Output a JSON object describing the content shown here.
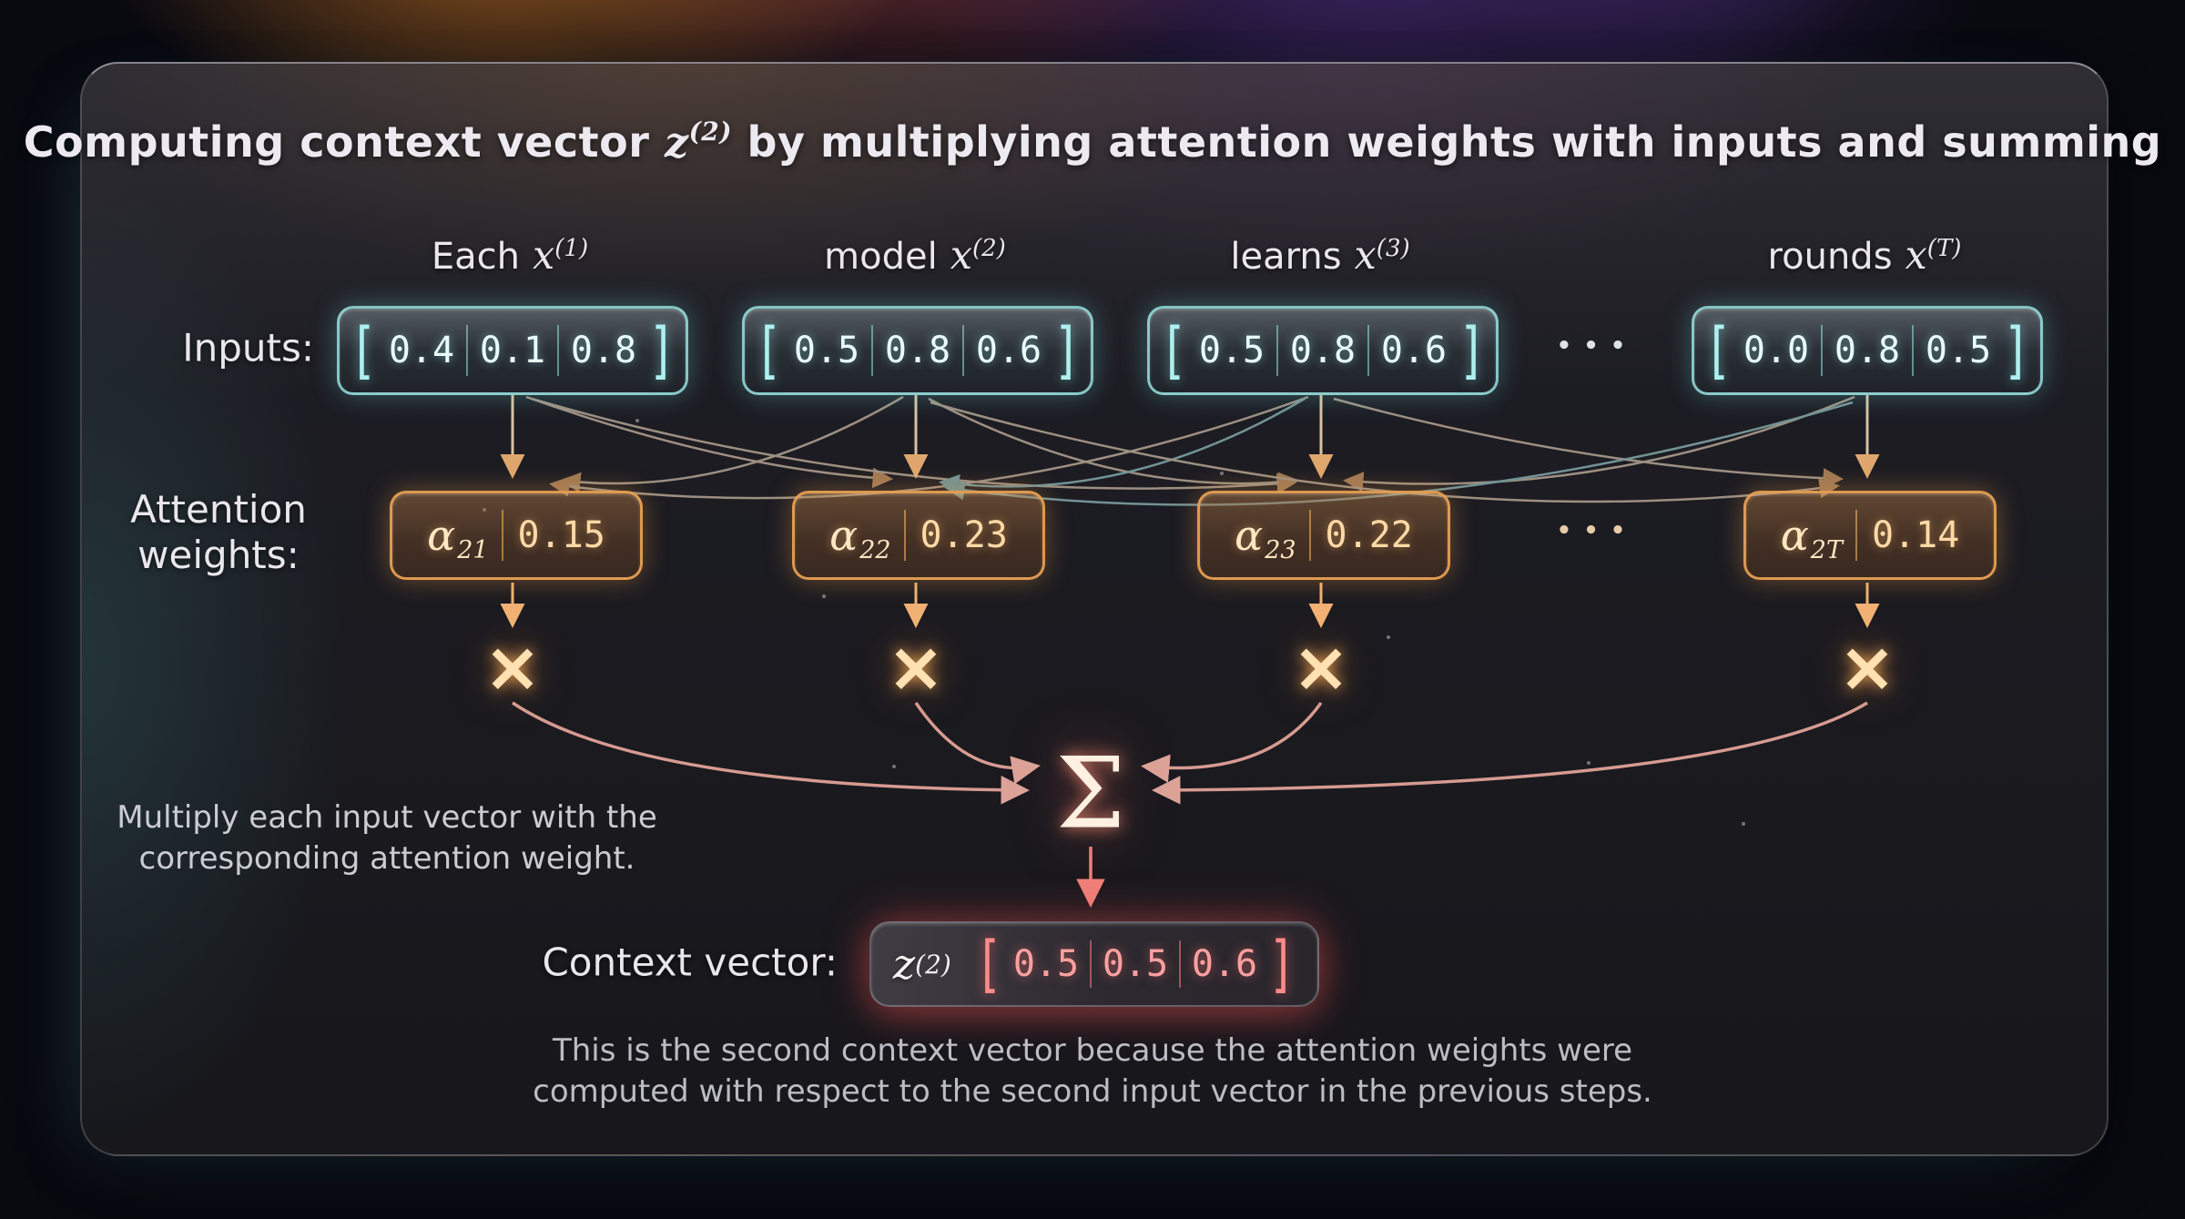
{
  "title": {
    "pre": "Computing context vector ",
    "var": "z",
    "sup": "(2)",
    "post": " by multiplying attention weights with inputs and summing"
  },
  "row_labels": {
    "inputs": "Inputs:",
    "attention_line1": "Attention",
    "attention_line2": "weights:",
    "context": "Context vector:"
  },
  "symbols": {
    "open_bracket": "[",
    "close_bracket": "]",
    "alpha": "α",
    "times": "×",
    "sigma": "Σ",
    "ellipsis": "•••"
  },
  "columns": [
    {
      "header_word": "Each",
      "header_var": "x",
      "header_sup": "(1)",
      "values": [
        "0.4",
        "0.1",
        "0.8"
      ],
      "weight_sub": "21",
      "weight_value": "0.15"
    },
    {
      "header_word": "model",
      "header_var": "x",
      "header_sup": "(2)",
      "values": [
        "0.5",
        "0.8",
        "0.6"
      ],
      "weight_sub": "22",
      "weight_value": "0.23"
    },
    {
      "header_word": "learns",
      "header_var": "x",
      "header_sup": "(3)",
      "values": [
        "0.5",
        "0.8",
        "0.6"
      ],
      "weight_sub": "23",
      "weight_value": "0.22"
    },
    {
      "header_word": "rounds",
      "header_var": "x",
      "header_sup": "(T)",
      "values": [
        "0.0",
        "0.8",
        "0.5"
      ],
      "weight_sub": "2T",
      "weight_value": "0.14"
    }
  ],
  "notes": {
    "multiply_line1": "Multiply each input vector with the",
    "multiply_line2": "corresponding attention weight.",
    "caption_line1": "This is the second context vector because the attention weights were",
    "caption_line2": "computed with respect to the second input vector in the previous steps."
  },
  "context_vector": {
    "var": "z",
    "sup": "(2)",
    "values": [
      "0.5",
      "0.5",
      "0.6"
    ]
  },
  "colors": {
    "teal_accent": "#8fd8d8",
    "orange_accent": "#e8a45c",
    "red_accent": "#f07878",
    "cream": "#ffe2b8"
  }
}
